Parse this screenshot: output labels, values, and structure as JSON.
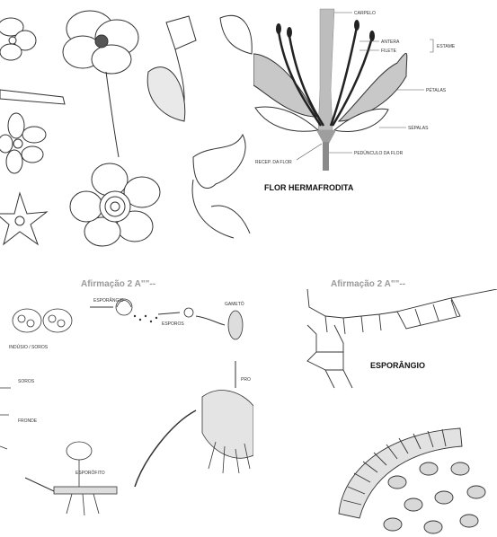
{
  "panel_hermaphrodite": {
    "carpel": "CARPELO",
    "anther": "ANTERA",
    "filament": "FILETE",
    "stamen": "ESTAME",
    "petals": "PÉTALAS",
    "sepals": "SÉPALAS",
    "receptacle": "RECEP. DA FLOR",
    "peduncle": "PEDÚNCULO DA FLOR",
    "title": "FLOR HERMAFRODITA"
  },
  "panel_cycle": {
    "caption": "Afirmação 2 A\"\"--",
    "sporangium": "ESPORÂNGIO",
    "spores": "ESPOROS",
    "gametophyte": "GAMETÓ",
    "indusium_sori": "INDÚSIO / SOROS",
    "sori": "SOROS",
    "frond": "FRONDE",
    "sporophyte": "ESPORÓFITO",
    "prothallus": "PRO"
  },
  "panel_sporangium": {
    "caption": "Afirmação 2 A\"\"--",
    "title": "ESPORÂNGIO"
  },
  "colors": {
    "petal_gray": "#c8c8c8",
    "carpel_gray": "#bdbdbd",
    "caption_gray": "#9a9a9a"
  }
}
